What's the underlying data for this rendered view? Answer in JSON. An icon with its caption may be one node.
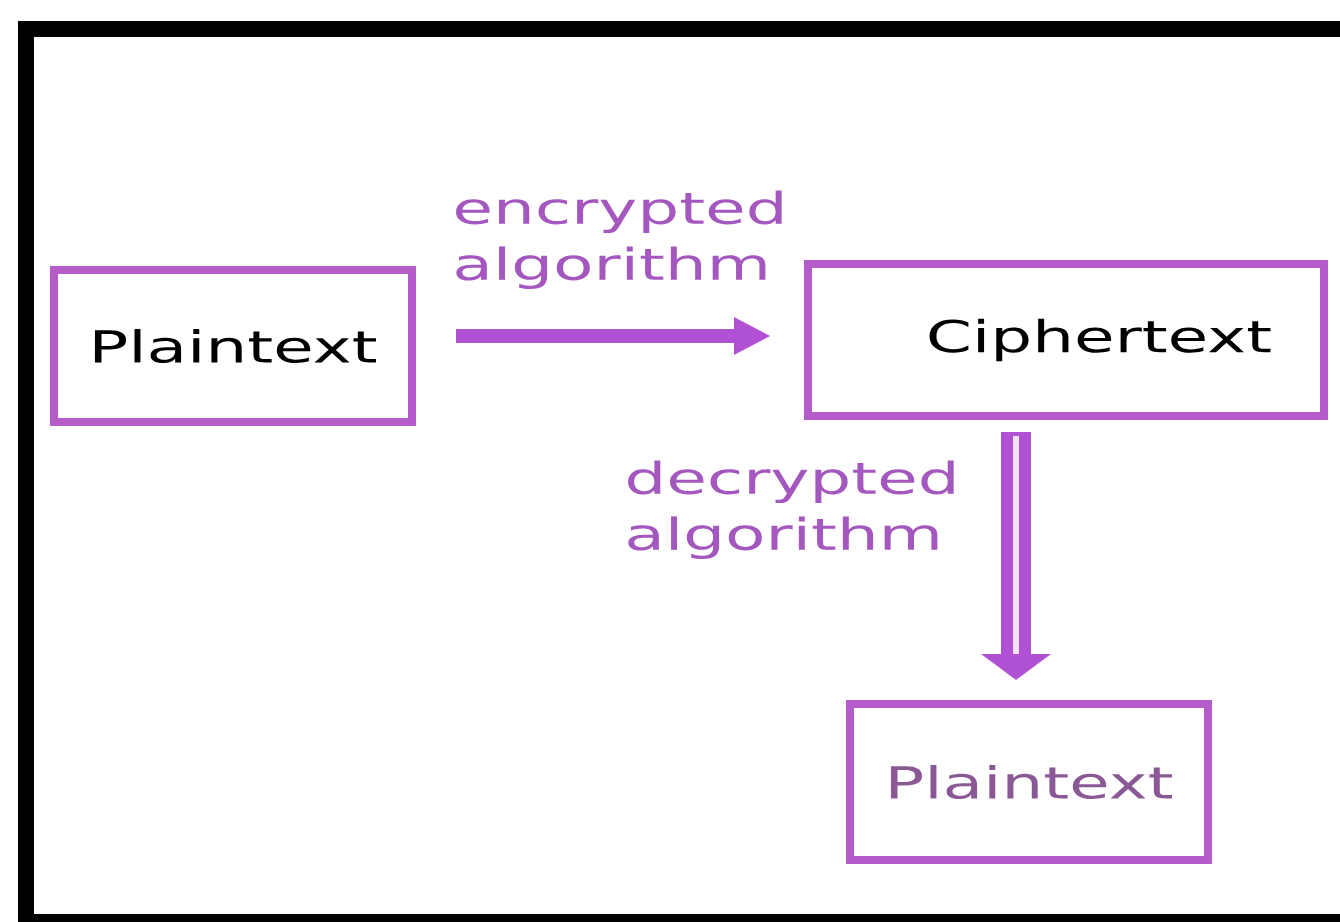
{
  "diagram": {
    "nodes": [
      {
        "text": [
          "Plaintext"
        ]
      },
      {
        "text": [
          "Ciphertext"
        ]
      },
      {
        "text": [
          "Plaintext"
        ]
      }
    ],
    "edges": [
      {
        "from": 0,
        "to": 1,
        "arrow": "to",
        "label": "encrypted algorithm"
      },
      {
        "from": 1,
        "to": 2,
        "arrow": "to",
        "label": "decrypted algorithm",
        "style": "thick"
      }
    ]
  }
}
